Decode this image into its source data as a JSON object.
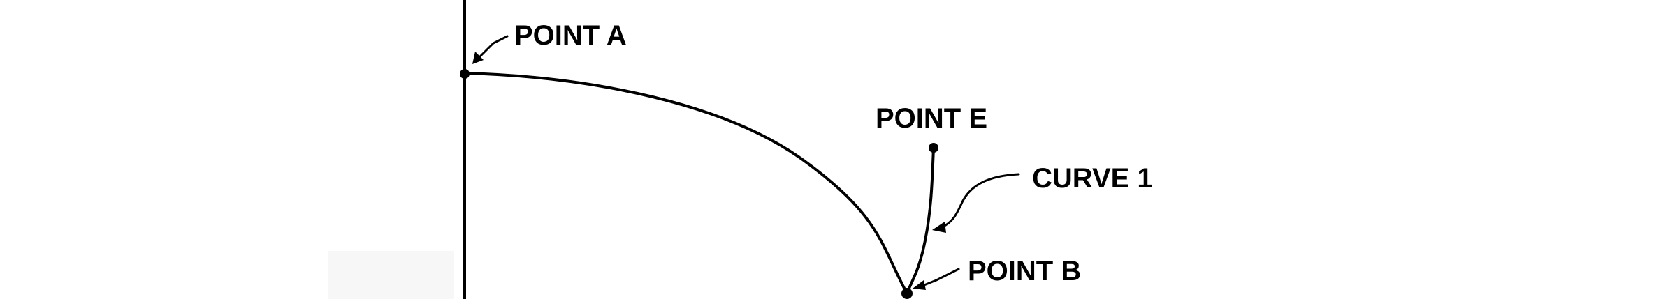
{
  "diagram": {
    "labels": {
      "point_a": "POINT A",
      "point_e": "POINT E",
      "curve_1": "CURVE 1",
      "point_b": "POINT B"
    },
    "colors": {
      "background": "#ffffff",
      "ink": "#000000"
    }
  }
}
